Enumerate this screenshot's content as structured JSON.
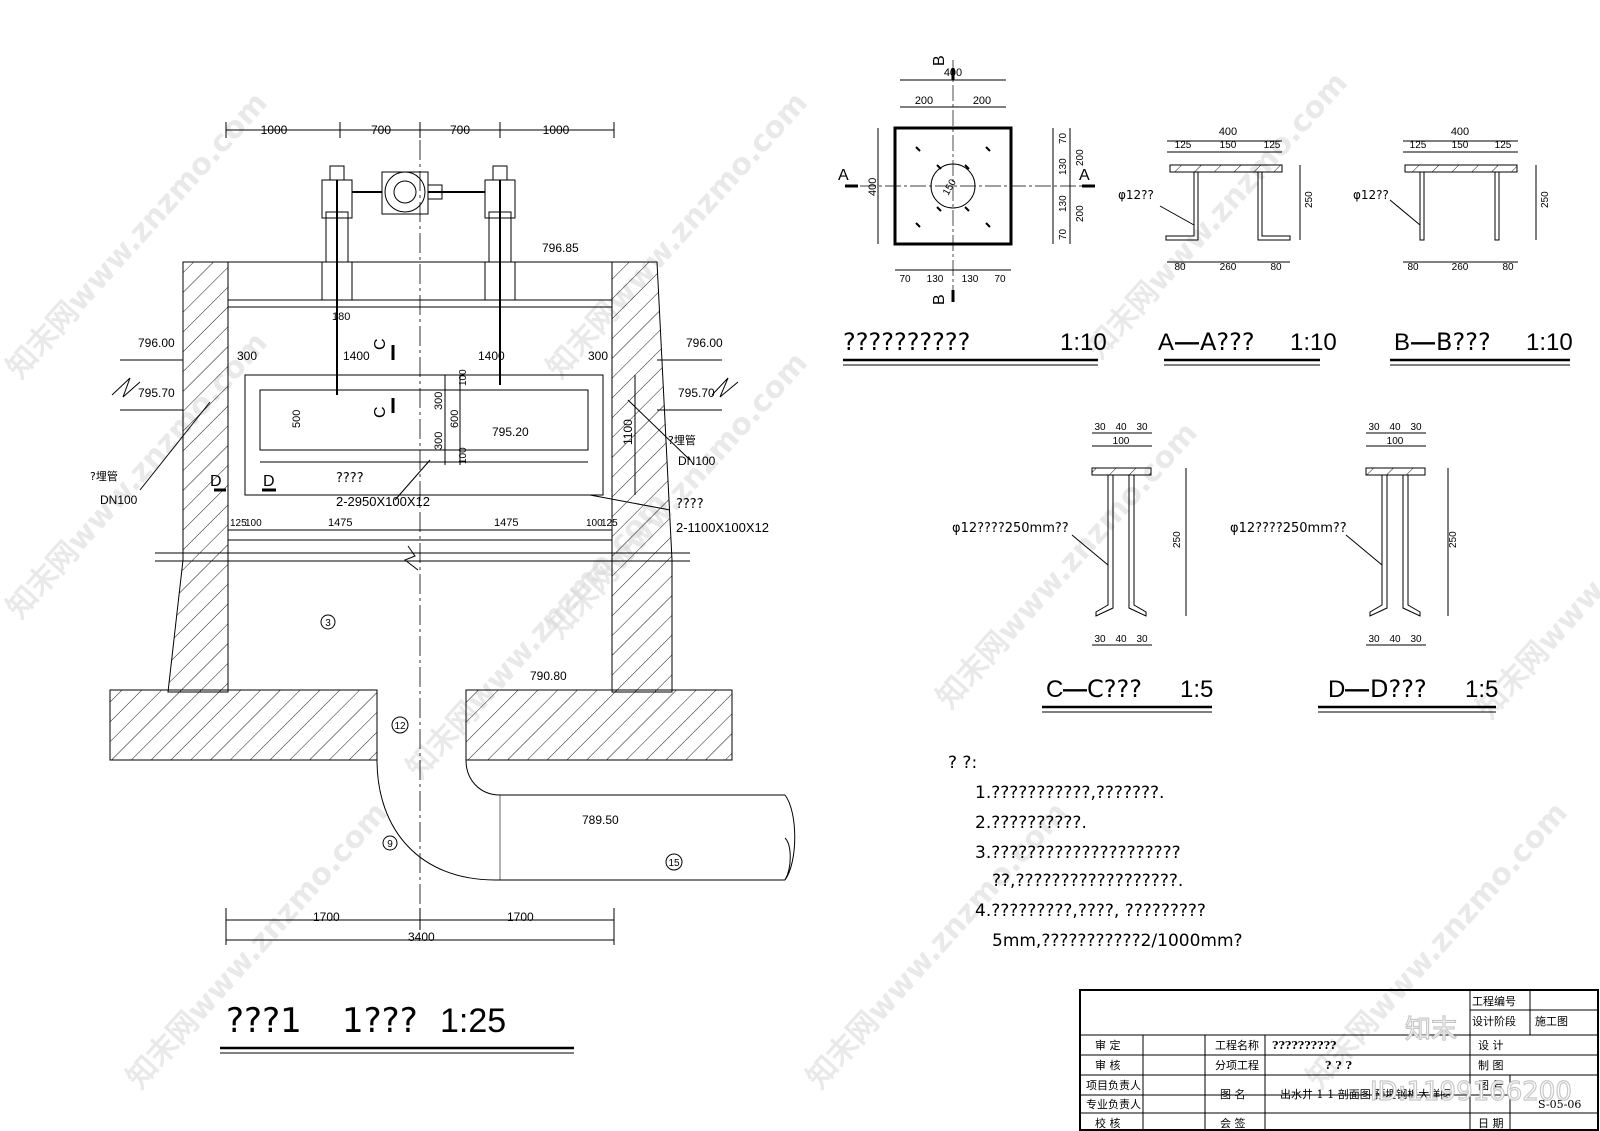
{
  "main_section": {
    "top_dims": [
      "1000",
      "700",
      "700",
      "1000"
    ],
    "elev_top": "796.85",
    "elev_left_1": "796.00",
    "elev_left_2": "795.70",
    "elev_right_1": "796.00",
    "elev_right_2": "795.70",
    "elev_slot": "795.20",
    "elev_floor": "790.80",
    "elev_pipe": "789.50",
    "dim_180": "180",
    "dim_300_l": "300",
    "dim_1400_l": "1400",
    "dim_1400_r": "1400",
    "dim_300_r": "300",
    "dim_500": "500",
    "dim_v_300a": "300",
    "dim_v_600": "600",
    "dim_v_300b": "300",
    "dim_v_100a": "100",
    "dim_v_100b": "100",
    "dim_1100": "1100",
    "cut_c": "C",
    "cut_d": "D",
    "label_steel_1": "????",
    "label_steel_1_spec": "2-2950X100X12",
    "label_steel_2": "????",
    "label_steel_2_spec": "2-1100X100X12",
    "pipe_left_label": "?埋管",
    "pipe_left_dn": "DN100",
    "pipe_right_label": "?埋管",
    "pipe_right_dn": "DN100",
    "bottom_dims_row": [
      "125",
      "100",
      "1475",
      "1475",
      "100",
      "125"
    ],
    "bottom_dims": [
      "1700",
      "1700"
    ],
    "total_dim": "3400",
    "callout_3": "3",
    "callout_12": "12",
    "callout_9": "9",
    "callout_15": "15",
    "title": "???1",
    "title_mid": "1???",
    "scale": "1:25"
  },
  "plate_plan": {
    "dims_top": [
      "400",
      "200",
      "200"
    ],
    "dims_right": [
      "70",
      "130",
      "200",
      "130",
      "70",
      "200"
    ],
    "dims_bottom": [
      "70",
      "130",
      "130",
      "70"
    ],
    "dim_left": "400",
    "hole": "150",
    "cut_a": "A",
    "cut_b": "B",
    "title": "??????????",
    "scale": "1:10"
  },
  "section_aa": {
    "dims_top": [
      "400",
      "125",
      "150",
      "125"
    ],
    "dims_bottom": [
      "80",
      "260",
      "80"
    ],
    "dim_side": "250",
    "rebar": "φ12??",
    "title_prefix": "A",
    "title_sep": "—",
    "title_suffix": "A???",
    "scale": "1:10"
  },
  "section_bb": {
    "dims_top": [
      "400",
      "125",
      "150",
      "125"
    ],
    "dims_bottom": [
      "80",
      "260",
      "80"
    ],
    "dim_side": "250",
    "rebar": "φ12??",
    "title_prefix": "B",
    "title_sep": "—",
    "title_suffix": "B???",
    "scale": "1:10"
  },
  "section_cc": {
    "dims_top": [
      "30",
      "40",
      "30"
    ],
    "dim_top_total": "100",
    "dims_bottom": [
      "30",
      "40",
      "30"
    ],
    "dim_side": "250",
    "rebar": "φ12????250mm??",
    "title_prefix": "C",
    "title_sep": "—",
    "title_suffix": "C???",
    "scale": "1:5"
  },
  "section_dd": {
    "dims_top": [
      "30",
      "40",
      "30"
    ],
    "dim_top_total": "100",
    "dims_bottom": [
      "30",
      "40",
      "30"
    ],
    "dim_side": "250",
    "rebar": "φ12????250mm??",
    "title_prefix": "D",
    "title_sep": "—",
    "title_suffix": "D???",
    "scale": "1:5"
  },
  "notes": {
    "heading": "? ?:",
    "lines": [
      "1.???????????,???????.",
      "2.??????????.",
      "3.?????????????????????",
      "??,??????????????????.",
      "4.?????????,????,  ?????????",
      "5mm,???????????2/1000mm?"
    ]
  },
  "title_block": {
    "project_no": "工程编号",
    "design_stage": "设计阶段",
    "stage_value": "施工图",
    "row1": "审  定",
    "row2": "审  核",
    "row3": "项目负责人",
    "row4": "专业负责人",
    "row5": "校  核",
    "project_name_label": "工程名称",
    "project_name_value": "??????????",
    "sub_project_label": "分项工程",
    "sub_project_value": "?  ?  ?",
    "drawing_name_label": "图  名",
    "drawing_name_value": "出水井 1-1 剖面图  预埋钢板大样图",
    "sign_label": "会  签",
    "c1": "设  计",
    "c2": "制  图",
    "c3": "图  号",
    "c4": "日  期",
    "drawing_no": "S-05-06"
  },
  "watermark": {
    "text": "知末网www.znzmo.com",
    "logo_text": "知末",
    "id_text": "ID:1199166200"
  }
}
